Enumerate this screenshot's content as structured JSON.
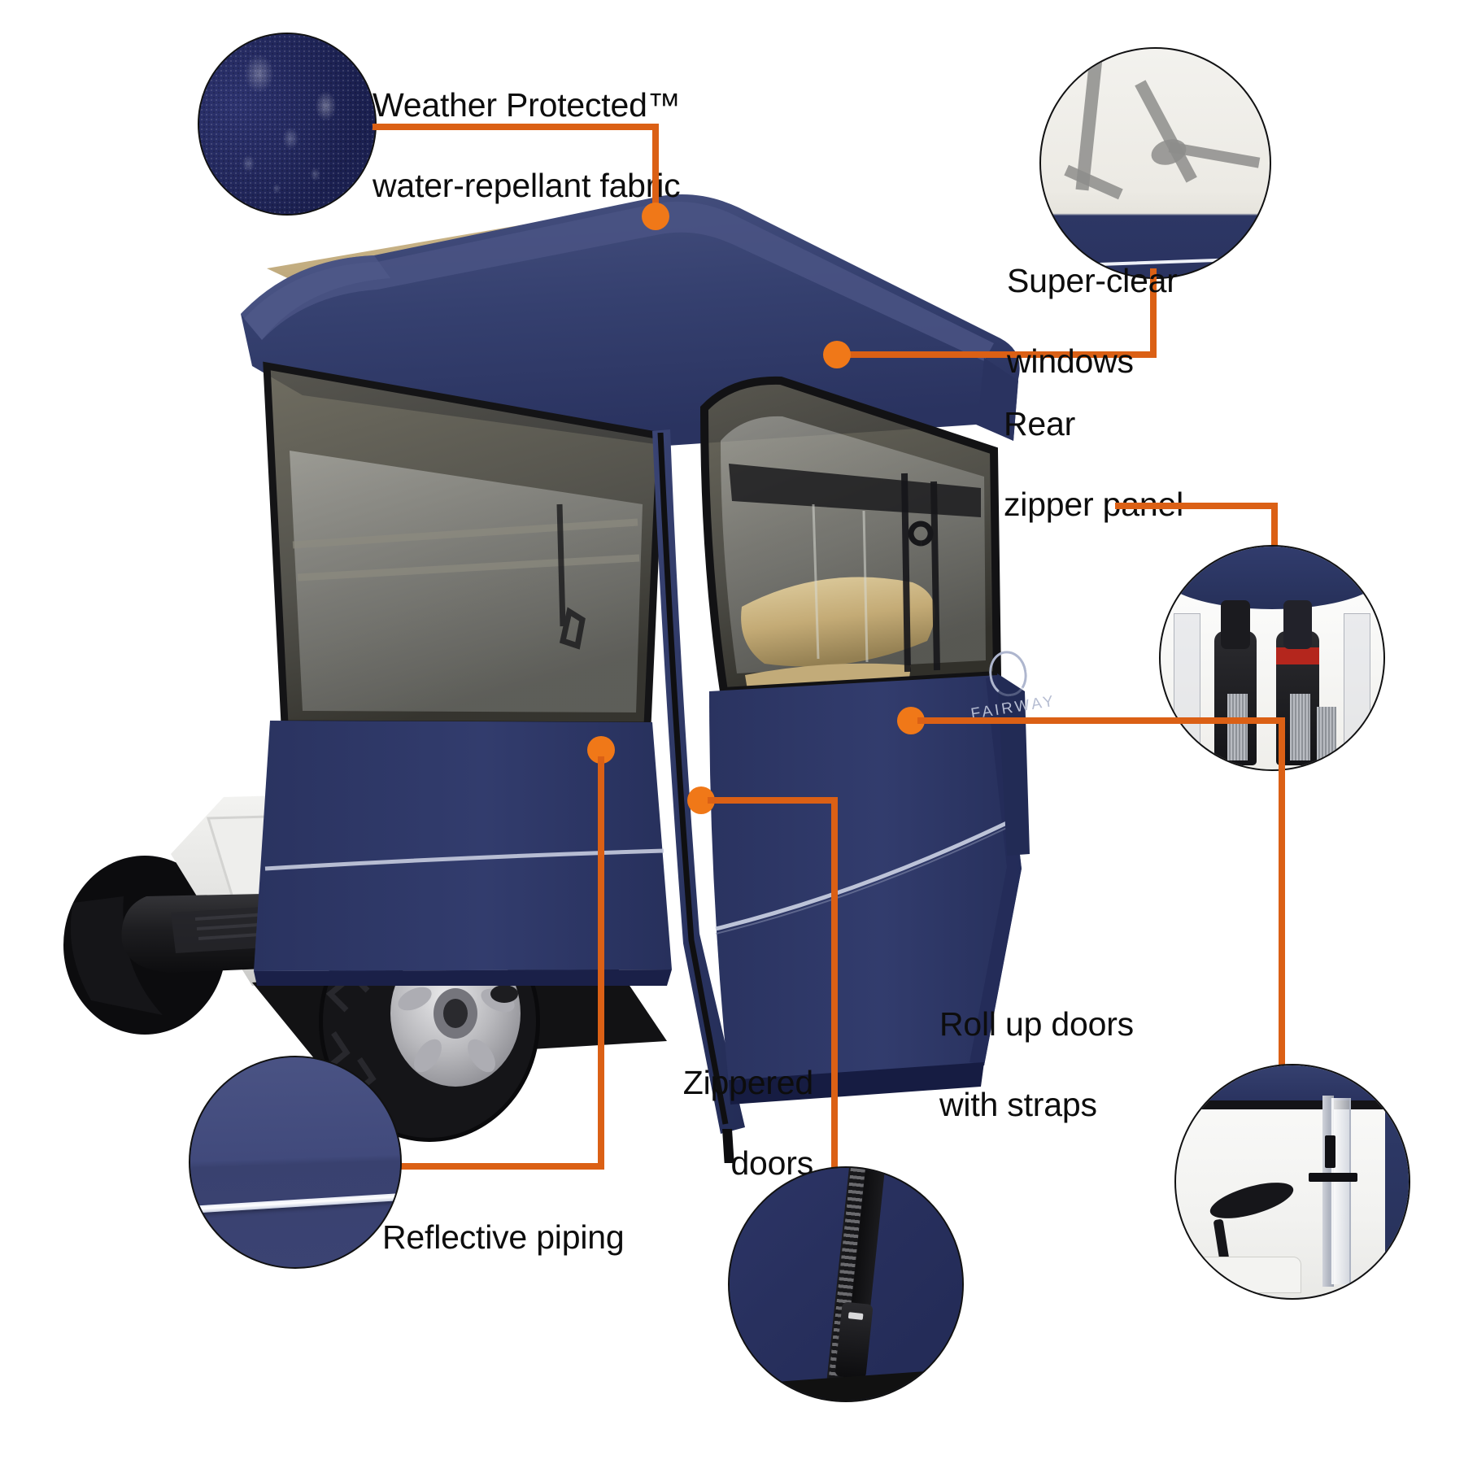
{
  "page": {
    "title": "Golf cart enclosure feature callouts",
    "background_color": "#ffffff",
    "accent_color": "#db6015",
    "dot_color": "#f07818",
    "text_color": "#0d0d0d",
    "fabric_color": "#232a5e"
  },
  "product": {
    "brand_wordmark": "FAIRWAY",
    "brand_mark": "ring-logo-icon"
  },
  "callouts": [
    {
      "id": "weather-protected",
      "label": "Weather Protected™\nwater-repellant fabric",
      "line1": "Weather Protected™",
      "line2": "water-repellant fabric",
      "detail_image": "navy-fabric-water-beading-swatch",
      "position": "top-left"
    },
    {
      "id": "super-clear-windows",
      "label": "Super-clear\nwindows",
      "line1": "Super-clear",
      "line2": "windows",
      "detail_image": "clear-vinyl-window-closeup",
      "position": "top-right"
    },
    {
      "id": "rear-zipper-panel",
      "label": "Rear\nzipper panel",
      "line1": "Rear",
      "line2": "zipper panel",
      "detail_image": "rear-panel-golf-bags-closeup",
      "position": "right"
    },
    {
      "id": "roll-up-doors",
      "label": "Roll up doors\nwith straps",
      "line1": "Roll up doors",
      "line2": "with straps",
      "detail_image": "rolled-door-with-strap-closeup",
      "position": "bottom-right"
    },
    {
      "id": "zippered-doors",
      "label": "Zippered\ndoors",
      "line1": "Zippered",
      "line2": "doors",
      "detail_image": "door-zipper-pull-closeup",
      "position": "bottom-center"
    },
    {
      "id": "reflective-piping",
      "label": "Reflective piping",
      "line1": "Reflective piping",
      "line2": "",
      "detail_image": "reflective-piping-stripe-swatch",
      "position": "bottom-left"
    }
  ]
}
